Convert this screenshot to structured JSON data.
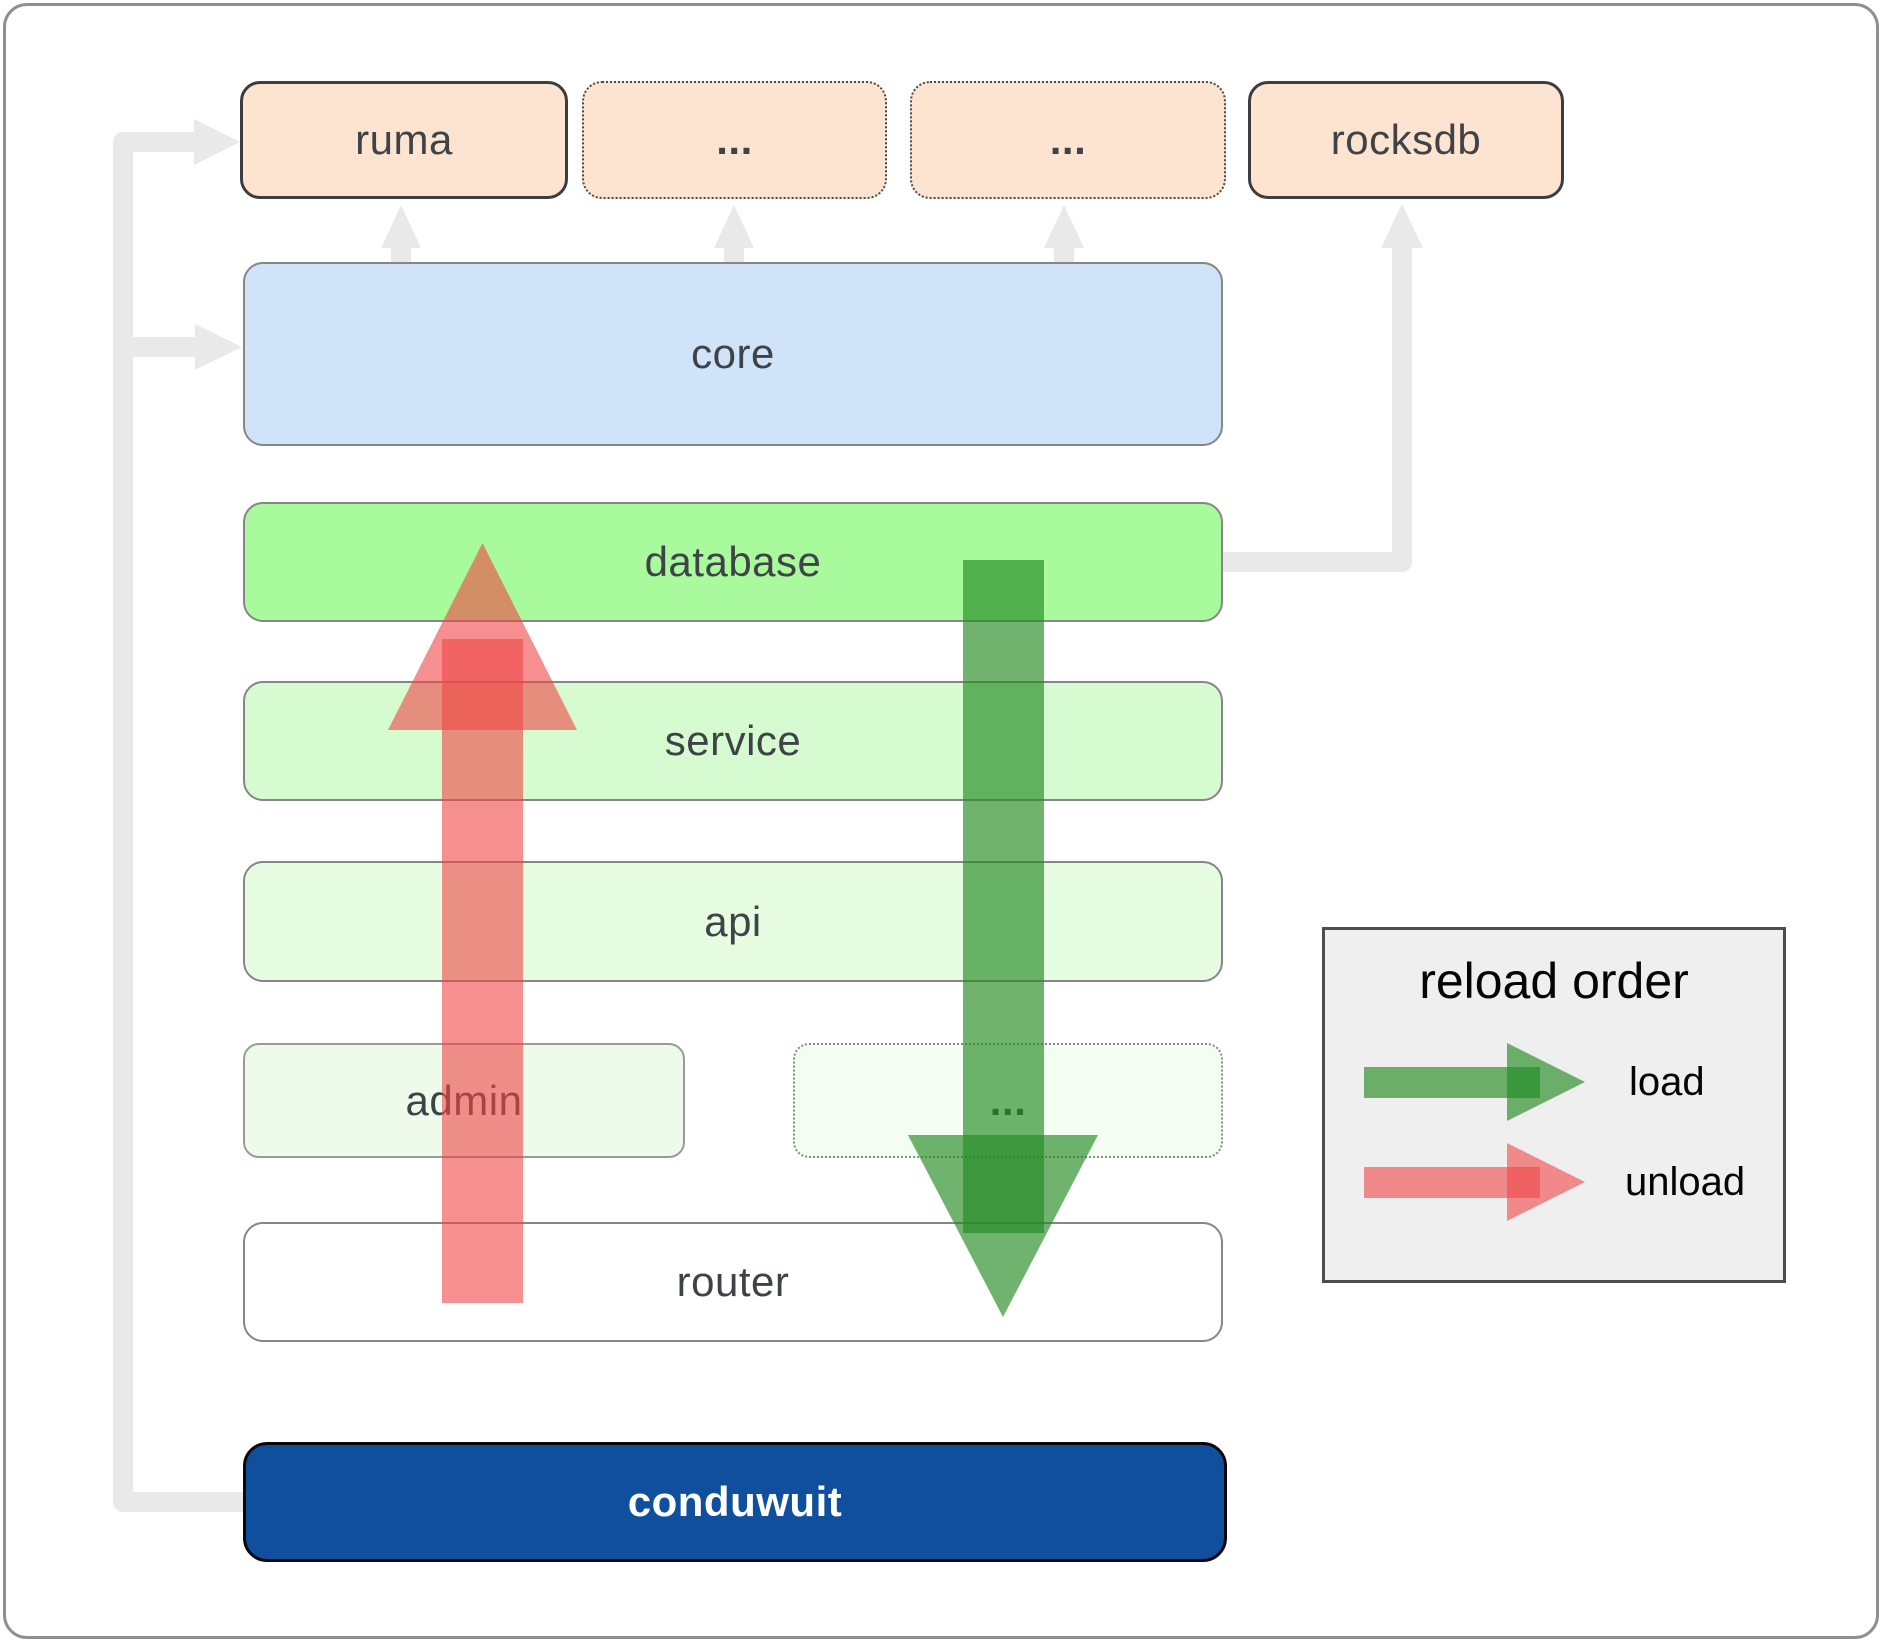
{
  "boxes": {
    "ruma": {
      "label": "ruma"
    },
    "plugin_a": {
      "label": "..."
    },
    "plugin_b": {
      "label": "..."
    },
    "rocksdb": {
      "label": "rocksdb"
    },
    "core": {
      "label": "core"
    },
    "database": {
      "label": "database"
    },
    "service": {
      "label": "service"
    },
    "api": {
      "label": "api"
    },
    "admin": {
      "label": "admin"
    },
    "admin_more": {
      "label": "..."
    },
    "router": {
      "label": "router"
    },
    "conduwuit": {
      "label": "conduwuit"
    }
  },
  "legend": {
    "title": "reload order",
    "items": [
      {
        "label": "load",
        "color": "#228b22"
      },
      {
        "label": "unload",
        "color": "#f04646"
      }
    ]
  },
  "colors": {
    "top_box_fill": "#fce4d1",
    "core_fill": "#cfe4f8",
    "database_fill": "#a8fa9c",
    "service_fill": "#d7fbd0",
    "api_fill": "#e7fde2",
    "admin_fill": "#eefbea",
    "router_fill": "#ffffff",
    "conduwuit_fill": "#0f4f9e",
    "connector_gray": "#e9e9e9",
    "legend_fill": "#efefef",
    "label_text": "#3f4347"
  }
}
